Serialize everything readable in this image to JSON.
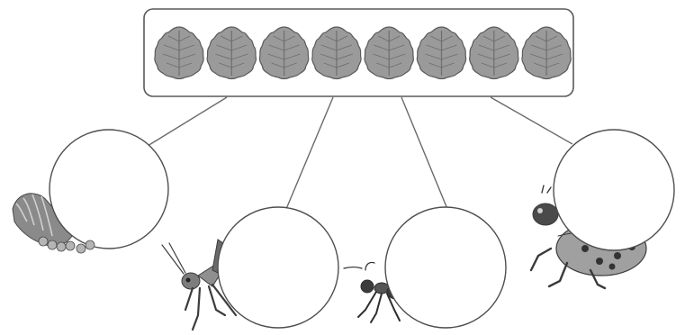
{
  "diagram": {
    "leaf_count": 8,
    "colors": {
      "leaf_fill": "#9a9a9a",
      "leaf_vein": "#6e6e6e",
      "outline": "#5a5a5a",
      "circle_fill": "#ffffff",
      "bug_dark": "#4a4a4a",
      "bug_mid": "#8a8a8a",
      "bug_light": "#b5b5b5"
    },
    "icons": {
      "caterpillar": "caterpillar-icon",
      "grasshopper": "grasshopper-icon",
      "ant": "ant-icon",
      "ladybug": "ladybug-icon",
      "leaf": "leaf-icon"
    },
    "circles": [
      {
        "name": "circle-caterpillar",
        "animal": "caterpillar"
      },
      {
        "name": "circle-grasshopper",
        "animal": "grasshopper"
      },
      {
        "name": "circle-ant",
        "animal": "ant"
      },
      {
        "name": "circle-ladybug",
        "animal": "ladybug"
      }
    ]
  }
}
